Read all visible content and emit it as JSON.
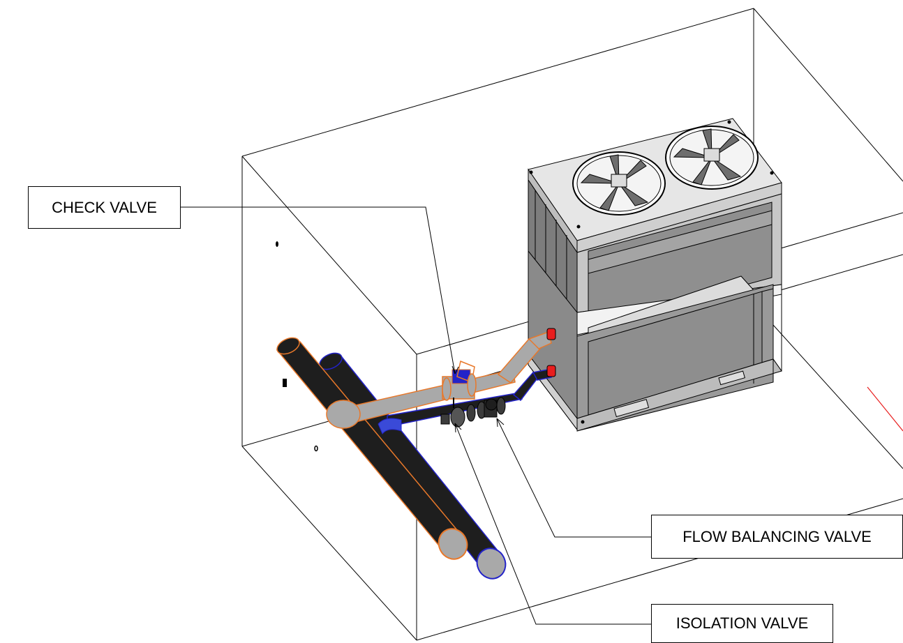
{
  "callouts": {
    "check_valve": "CHECK VALVE",
    "flow_balancing_valve": "FLOW BALANCING VALVE",
    "isolation_valve": "ISOLATION VALVE"
  },
  "colors": {
    "line": "#000000",
    "pipe_dark": "#1e1e1e",
    "pipe_grey": "#a9a9a9",
    "unit_grey": "#8e8e8e",
    "unit_light": "#e6e6e6",
    "highlight_orange": "#e8782a",
    "highlight_blue": "#2323c8",
    "connector_red": "#e81e1e"
  }
}
